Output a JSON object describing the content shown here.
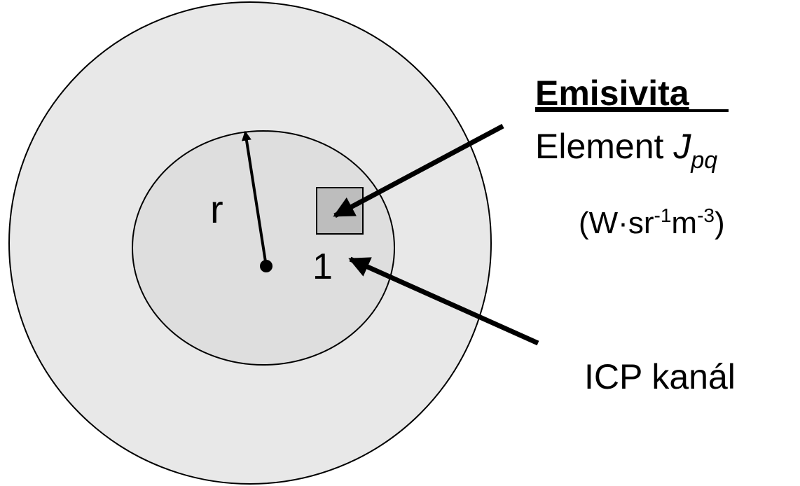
{
  "heading": "Emisivita",
  "element_label": "Element",
  "element_symbol": "J",
  "element_subscript": "pq",
  "unit": {
    "open": "(W·sr",
    "exp1": "-1",
    "mid": "m",
    "exp2": "-3",
    "close": ")"
  },
  "radius_label": "r",
  "point_label": "1",
  "channel_label": "ICP kanál",
  "colors": {
    "outer": "#e8e8e8",
    "inner": "#dedede",
    "element": "#bdbdbd",
    "stroke": "#000000"
  }
}
